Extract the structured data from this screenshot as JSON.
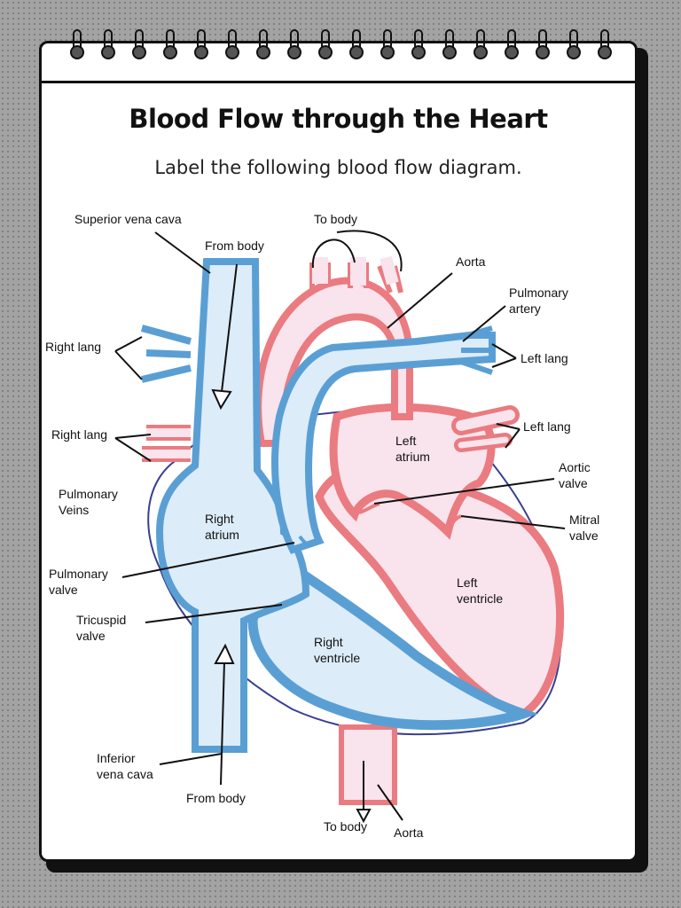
{
  "notebook": {
    "title": "Blood Flow through the Heart",
    "subtitle": "Label  the following blood flow diagram."
  },
  "colors": {
    "background": "#a3a3a3",
    "blue_vessel": "#5a9fd4",
    "blue_fill": "#dcecf8",
    "red_vessel": "#ea7b80",
    "pink_fill": "#f9e3ec",
    "outline": "#3a3f8f"
  },
  "labels": {
    "superior_vena_cava": "Superior vena cava",
    "from_body_top": "From body",
    "to_body_top": "To body",
    "aorta_top": "Aorta",
    "pulmonary_artery_1": "Pulmonary",
    "pulmonary_artery_2": "artery",
    "left_lang_1": "Left lang",
    "right_lang_1": "Right lang",
    "right_lang_2": "Right lang",
    "left_lang_2": "Left lang",
    "left_atrium_1": "Left",
    "left_atrium_2": "atrium",
    "aortic_valve_1": "Aortic",
    "aortic_valve_2": "valve",
    "pulmonary_veins_1": "Pulmonary",
    "pulmonary_veins_2": "Veins",
    "mitral_valve_1": "Mitral",
    "mitral_valve_2": "valve",
    "right_atrium_1": "Right",
    "right_atrium_2": "atrium",
    "pulmonary_valve_1": "Pulmonary",
    "pulmonary_valve_2": "valve",
    "left_ventricle_1": "Left",
    "left_ventricle_2": "ventricle",
    "tricuspid_valve_1": "Tricuspid",
    "tricuspid_valve_2": "valve",
    "right_ventricle_1": "Right",
    "right_ventricle_2": "ventricle",
    "inferior_vena_cava_1": "Inferior",
    "inferior_vena_cava_2": "vena cava",
    "from_body_bottom": "From body",
    "to_body_bottom": "To body",
    "aorta_bottom": "Aorta"
  }
}
